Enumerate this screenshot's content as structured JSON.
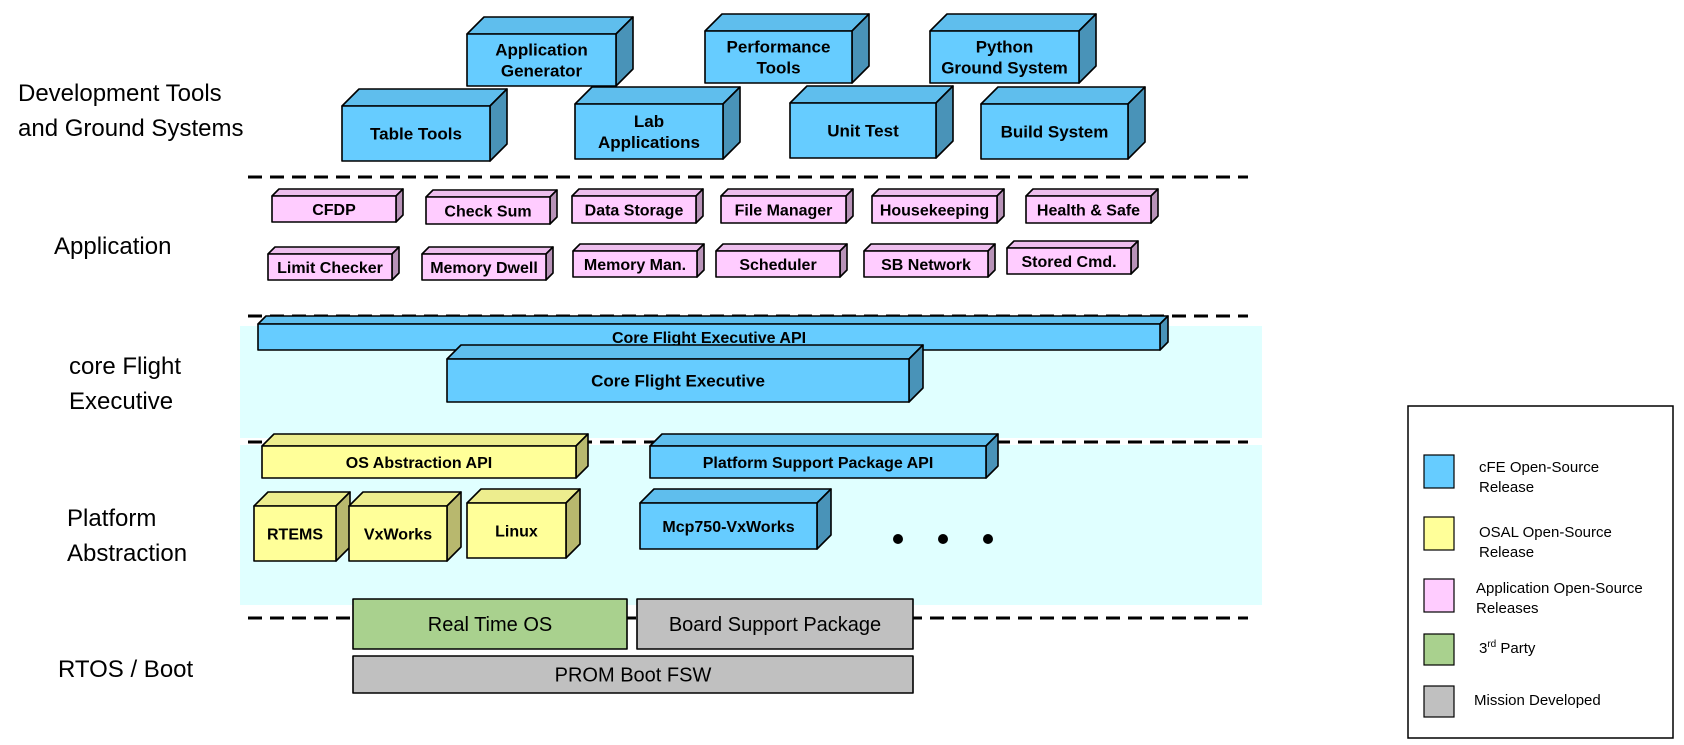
{
  "layers": {
    "dev_tools": [
      "Development Tools",
      "and Ground Systems"
    ],
    "application": [
      "Application"
    ],
    "cfe": [
      "core Flight",
      "Executive"
    ],
    "platform": [
      "Platform",
      "Abstraction"
    ],
    "rtos": [
      "RTOS / Boot"
    ]
  },
  "dev_tools": {
    "application_generator": [
      "Application",
      "Generator"
    ],
    "performance_tools": [
      "Performance",
      "Tools"
    ],
    "python_ground_system": [
      "Python",
      "Ground System"
    ],
    "table_tools": [
      "Table Tools"
    ],
    "lab_applications": [
      "Lab",
      "Applications"
    ],
    "unit_test": [
      "Unit Test"
    ],
    "build_system": [
      "Build System"
    ]
  },
  "applications": {
    "cfdp": "CFDP",
    "check_sum": "Check Sum",
    "data_storage": "Data Storage",
    "file_manager": "File Manager",
    "housekeeping": "Housekeeping",
    "health_safe": "Health & Safe",
    "limit_checker": "Limit Checker",
    "memory_dwell": "Memory Dwell",
    "memory_man": "Memory Man.",
    "scheduler": "Scheduler",
    "sb_network": "SB Network",
    "stored_cmd": "Stored Cmd."
  },
  "cfe": {
    "api": "Core Flight Executive API",
    "executive": "Core Flight Executive"
  },
  "platform": {
    "os_api": "OS Abstraction API",
    "psp_api": "Platform Support Package API",
    "rtems": "RTEMS",
    "vxworks": "VxWorks",
    "linux": "Linux",
    "mcp750": "Mcp750-VxWorks"
  },
  "rtos": {
    "real_time_os": "Real Time OS",
    "board_support": "Board Support  Package",
    "prom_boot": "PROM Boot FSW"
  },
  "legend": {
    "cfe": [
      "cFE Open-Source",
      "Release"
    ],
    "osal": [
      "OSAL  Open-Source",
      "Release"
    ],
    "app": [
      "Application  Open-Source",
      " Releases"
    ],
    "third_party": {
      "main": "3",
      "sup": "rd",
      "rest": " Party"
    },
    "mission": [
      "Mission Developed"
    ]
  },
  "colors": {
    "cfe_blue": "#66ccff",
    "osal_yellow": "#ffff99",
    "app_pink": "#ffccff",
    "third_party_green": "#a9d18e",
    "mission_gray": "#c0c0c0",
    "band_cyan": "#e0ffff"
  }
}
